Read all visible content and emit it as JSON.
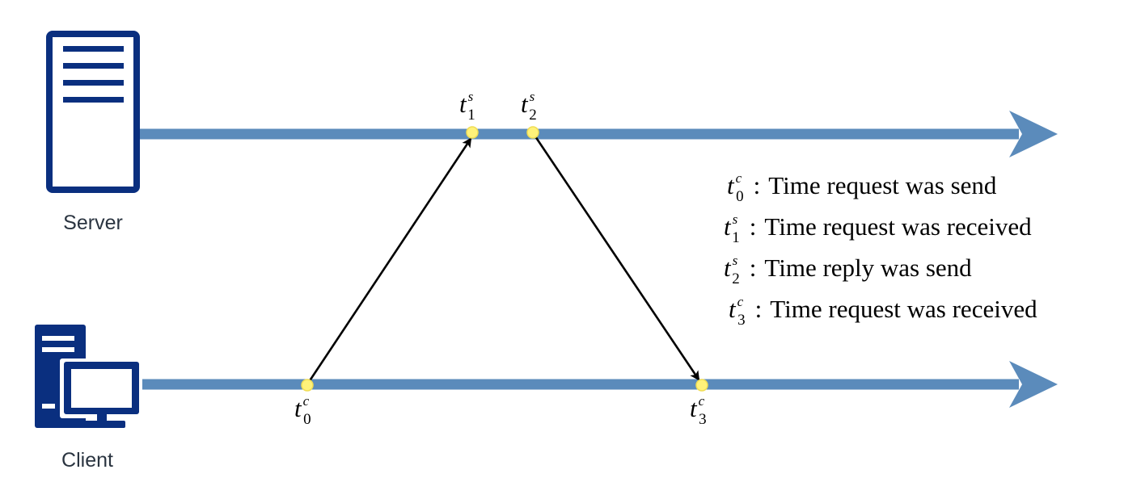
{
  "colors": {
    "icon": "#0a2f7f",
    "timeline": "#5b8bbb",
    "event_dot": "#fff27a",
    "message": "#000000"
  },
  "nodes": {
    "server": {
      "label": "Server",
      "icon": "server-icon"
    },
    "client": {
      "label": "Client",
      "icon": "desktop-computer-icon"
    }
  },
  "events": {
    "t1s": {
      "base": "t",
      "sup": "s",
      "sub": "1"
    },
    "t2s": {
      "base": "t",
      "sup": "s",
      "sub": "2"
    },
    "t0c": {
      "base": "t",
      "sup": "c",
      "sub": "0"
    },
    "t3c": {
      "base": "t",
      "sup": "c",
      "sub": "3"
    }
  },
  "legend": [
    {
      "base": "t",
      "sup": "c",
      "sub": "0",
      "separator": ":",
      "text": "Time request was send"
    },
    {
      "base": "t",
      "sup": "s",
      "sub": "1",
      "separator": ":",
      "text": "Time request was received"
    },
    {
      "base": "t",
      "sup": "s",
      "sub": "2",
      "separator": ":",
      "text": "Time reply was send"
    },
    {
      "base": "t",
      "sup": "c",
      "sub": "3",
      "separator": ":",
      "text": "Time request was received"
    }
  ]
}
